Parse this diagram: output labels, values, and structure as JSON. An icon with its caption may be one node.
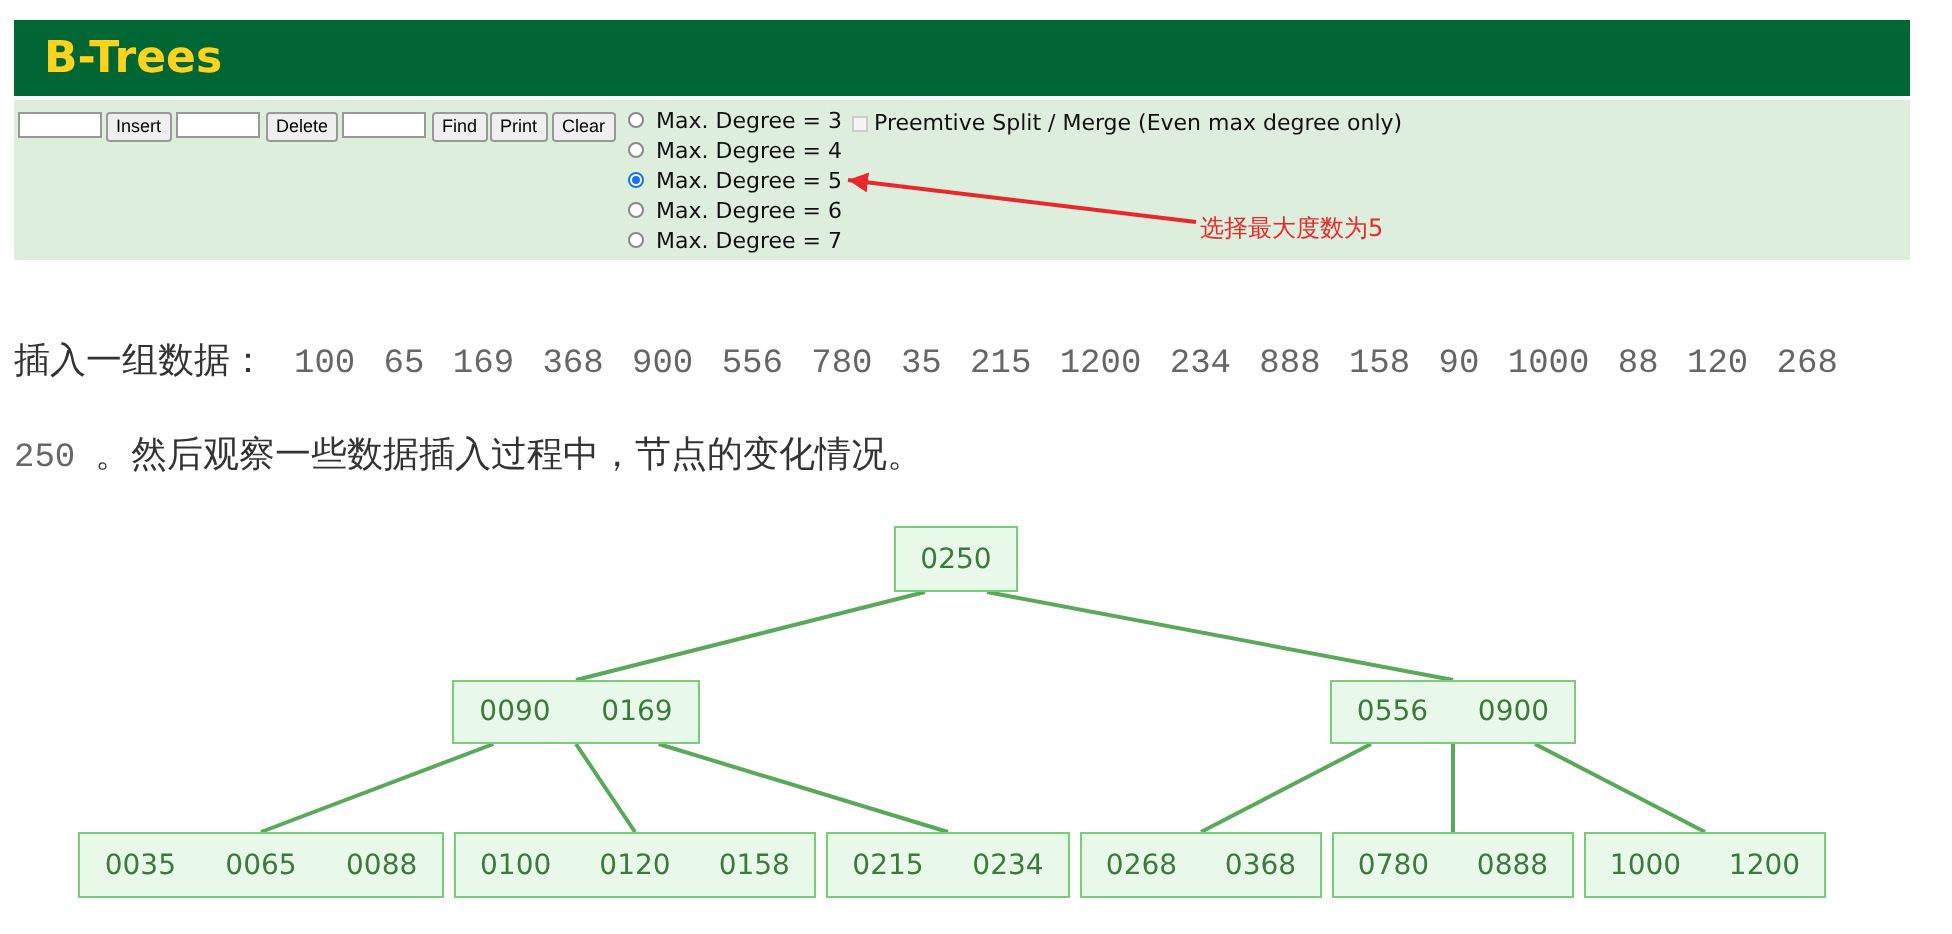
{
  "diagram": {
    "title": "B-Trees",
    "nodes": [
      {
        "text": [
          "Max. Degree = 5"
        ]
      },
      {
        "text": [
          "选择最大度数为5"
        ]
      },
      {
        "text": [
          "0250"
        ]
      },
      {
        "text": [
          "0090",
          "0169"
        ]
      },
      {
        "text": [
          "0556",
          "0900"
        ]
      },
      {
        "text": [
          "0035",
          "0065",
          "0088"
        ]
      },
      {
        "text": [
          "0100",
          "0120",
          "0158"
        ]
      },
      {
        "text": [
          "0215",
          "0234"
        ]
      },
      {
        "text": [
          "0268",
          "0368"
        ]
      },
      {
        "text": [
          "0780",
          "0888"
        ]
      },
      {
        "text": [
          "1000",
          "1200"
        ]
      }
    ],
    "edges": [
      {
        "from": 1,
        "to": 0,
        "arrow": "to",
        "color": "#e8282b"
      },
      {
        "from": 2,
        "to": 3,
        "arrow": "none"
      },
      {
        "from": 2,
        "to": 4,
        "arrow": "none"
      },
      {
        "from": 3,
        "to": 5,
        "arrow": "none"
      },
      {
        "from": 3,
        "to": 6,
        "arrow": "none"
      },
      {
        "from": 3,
        "to": 7,
        "arrow": "none"
      },
      {
        "from": 4,
        "to": 8,
        "arrow": "none"
      },
      {
        "from": 4,
        "to": 9,
        "arrow": "none"
      },
      {
        "from": 4,
        "to": 10,
        "arrow": "none"
      }
    ],
    "labels": [
      "Insert",
      "Delete",
      "Find",
      "Print",
      "Clear",
      "Max. Degree = 3",
      "Max. Degree = 4",
      "Max. Degree = 6",
      "Max. Degree = 7",
      "Preemtive Split / Merge (Even max degree only)",
      "插入一组数据：",
      "100 65 169 368 900 556 780 35 215 1200 234 888 158 90 1000 88 120 268 250",
      "。然后观察一些数据插入过程中，节点的变化情况。"
    ]
  }
}
